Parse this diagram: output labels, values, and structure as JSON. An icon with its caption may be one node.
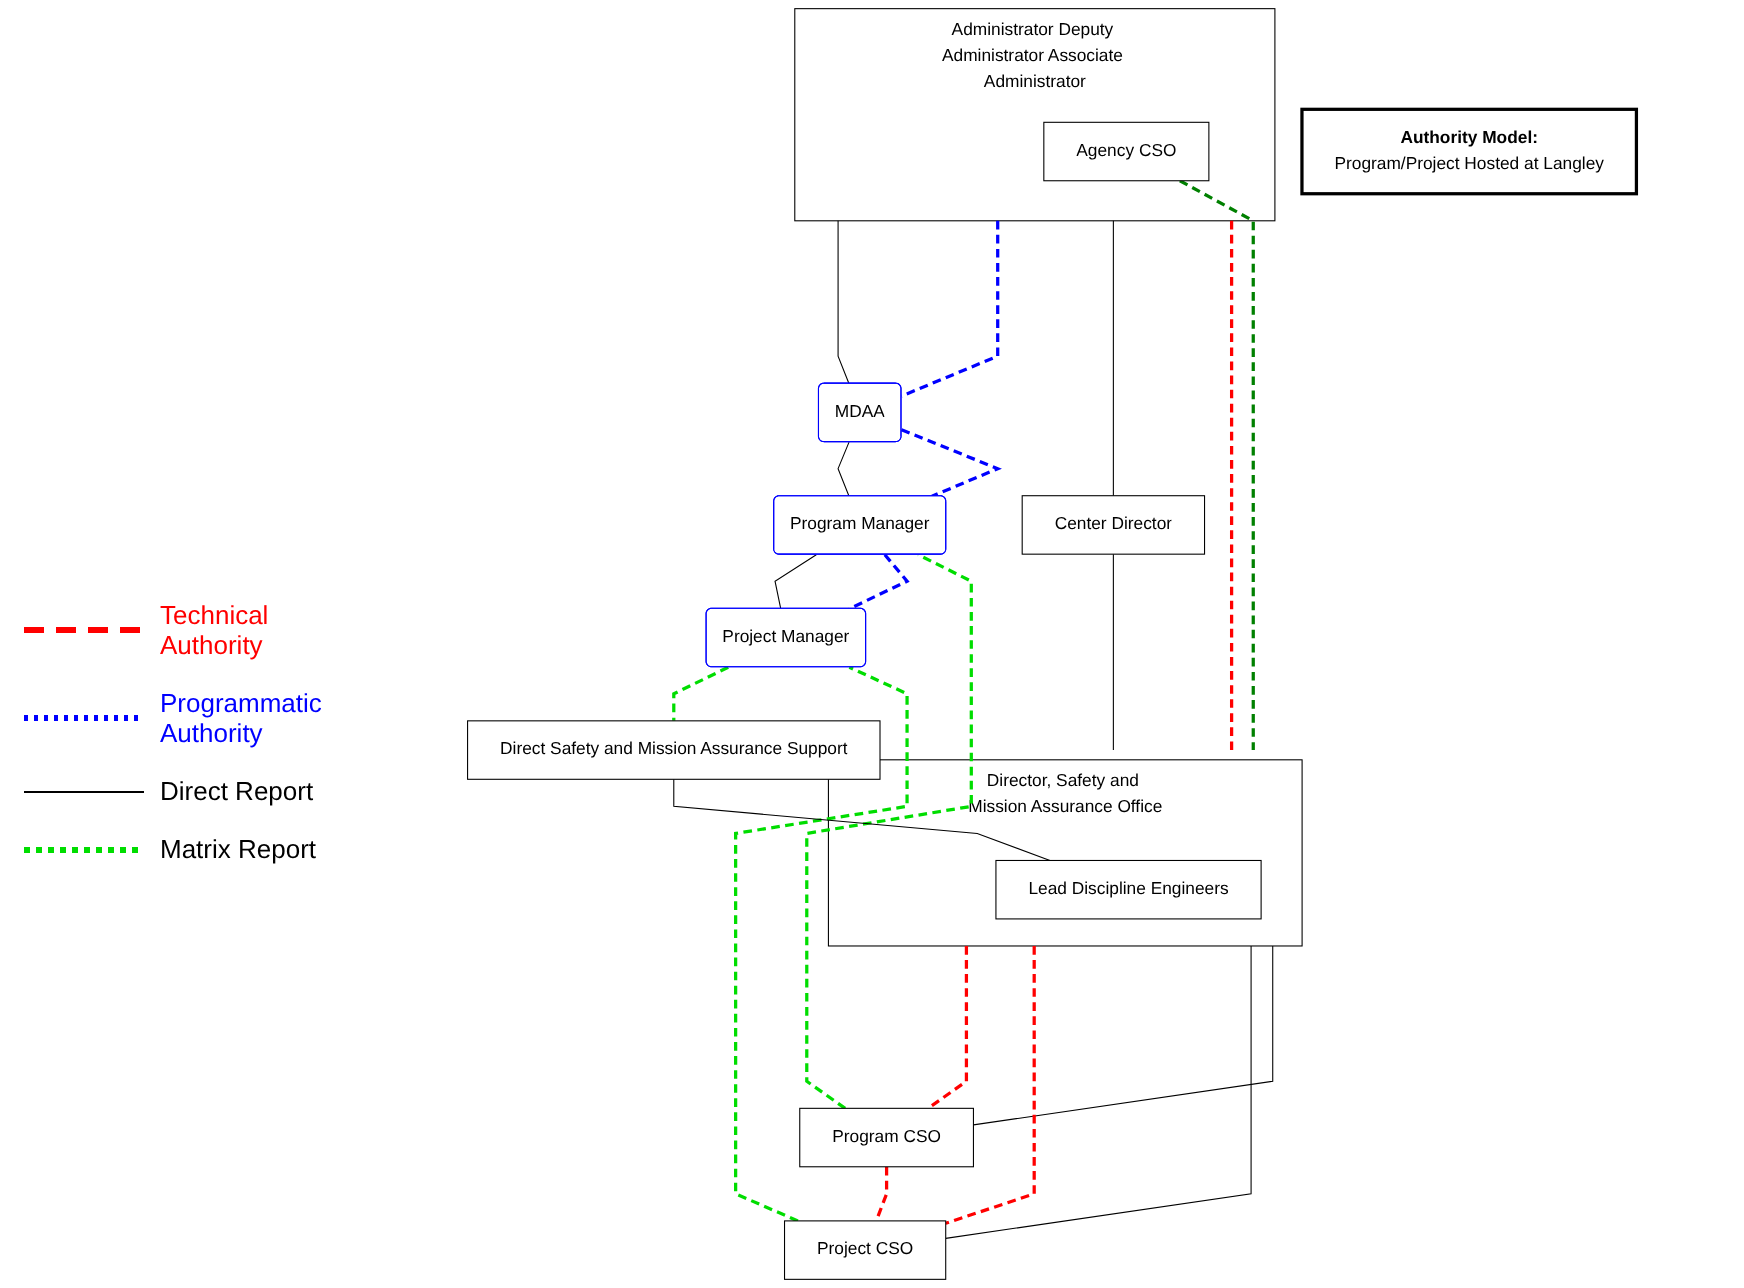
{
  "diagram": {
    "nodes": [
      {
        "text": [
          "Authority Model:",
          "Program/Project Hosted at Langley"
        ]
      },
      {
        "text": [
          "Administrator Deputy Administrator Associate Administrator"
        ]
      },
      {
        "text": [
          "Agency CSO"
        ],
        "in": 1
      },
      {
        "text": [
          "MDAA"
        ]
      },
      {
        "text": [
          "Center Director"
        ]
      },
      {
        "text": [
          "Program Manager"
        ]
      },
      {
        "text": [
          "Program CSO"
        ]
      },
      {
        "text": [
          "Director, Safety and Mission Assurance Office"
        ]
      },
      {
        "text": [
          "Lead Discipline Engineers"
        ],
        "in": 7
      },
      {
        "text": [
          "Project Manager"
        ]
      },
      {
        "text": [
          "Project CSO"
        ]
      },
      {
        "text": [
          "Direct Safety and Mission Assurance Support"
        ]
      }
    ],
    "edges": [
      {
        "from": 1,
        "to": 3,
        "arrow": "none"
      },
      {
        "from": 1,
        "to": 3,
        "arrow": "none",
        "style": "dashed",
        "color": "#0000ff"
      },
      {
        "from": 1,
        "to": 4,
        "arrow": "none"
      },
      {
        "from": 1,
        "to": 7,
        "arrow": "none",
        "style": "dashed",
        "color": "#ff0000"
      },
      {
        "from": 4,
        "to": 7,
        "arrow": "none"
      },
      {
        "from": 2,
        "to": 7,
        "arrow": "none",
        "style": "dashed",
        "color": "#008000"
      },
      {
        "from": 3,
        "to": 5,
        "arrow": "none"
      },
      {
        "from": 3,
        "to": 5,
        "arrow": "none",
        "style": "dashed",
        "color": "#0000ff"
      },
      {
        "from": 5,
        "to": 9,
        "arrow": "none"
      },
      {
        "from": 5,
        "to": 9,
        "arrow": "none",
        "style": "dashed",
        "color": "#0000ff"
      },
      {
        "from": 6,
        "to": 5,
        "arrow": "none",
        "style": "dashed",
        "color": "#00dd00"
      },
      {
        "from": 6,
        "to": 7,
        "arrow": "none"
      },
      {
        "from": 7,
        "to": 6,
        "arrow": "none",
        "style": "dashed",
        "color": "#ff0000"
      },
      {
        "from": 6,
        "to": 10,
        "arrow": "none",
        "style": "dashed",
        "color": "#ff0000"
      },
      {
        "from": 10,
        "to": 9,
        "arrow": "none",
        "style": "dashed",
        "color": "#00dd00"
      },
      {
        "from": 10,
        "to": 7,
        "arrow": "none"
      },
      {
        "from": 7,
        "to": 10,
        "arrow": "none",
        "style": "dashed",
        "color": "#ff0000"
      },
      {
        "from": 9,
        "to": 11,
        "arrow": "none",
        "style": "dashed",
        "color": "#00dd00"
      },
      {
        "from": 11,
        "to": 8,
        "arrow": "none"
      }
    ],
    "legend": [
      {
        "text": "Technical Authority"
      },
      {
        "text": "Programmatic Authority"
      },
      {
        "text": "Direct Report"
      },
      {
        "text": "Matrix Report"
      }
    ]
  }
}
